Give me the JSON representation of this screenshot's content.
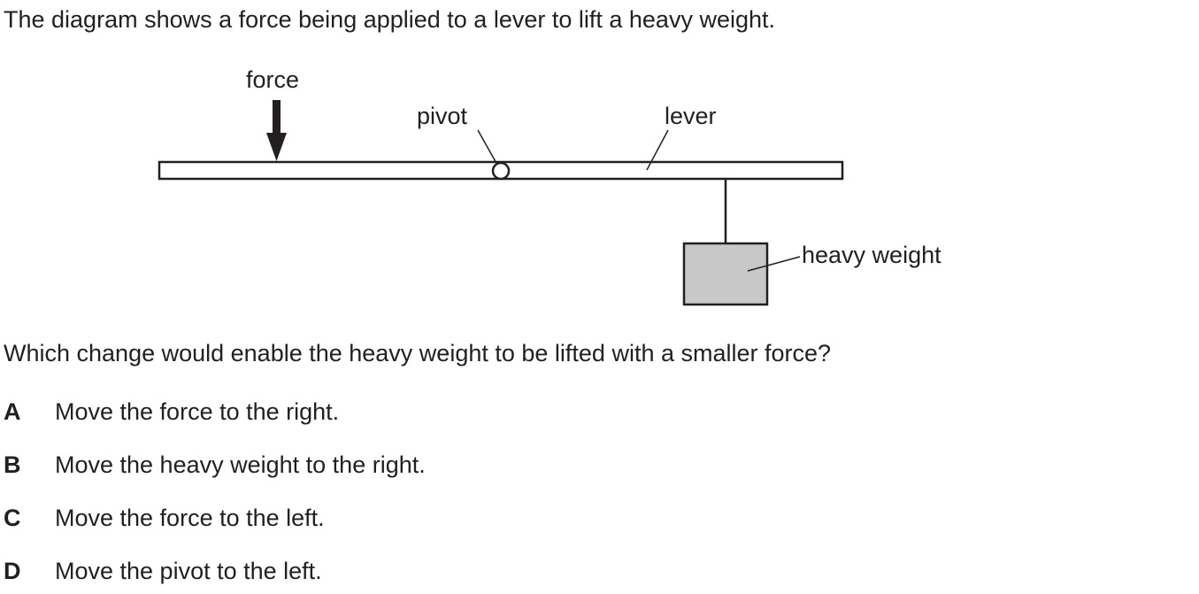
{
  "intro": "The diagram shows a force being applied to a lever to lift a heavy weight.",
  "diagram": {
    "labels": {
      "force": "force",
      "pivot": "pivot",
      "lever": "lever",
      "heavy_weight": "heavy weight"
    },
    "colors": {
      "line": "#231f20",
      "weight_fill": "#c8c8c8"
    }
  },
  "question": "Which change would enable the heavy weight to be lifted with a smaller force?",
  "options": [
    {
      "letter": "A",
      "text": "Move the force to the right."
    },
    {
      "letter": "B",
      "text": "Move the heavy weight to the right."
    },
    {
      "letter": "C",
      "text": "Move the force to the left."
    },
    {
      "letter": "D",
      "text": "Move the pivot to the left."
    }
  ]
}
